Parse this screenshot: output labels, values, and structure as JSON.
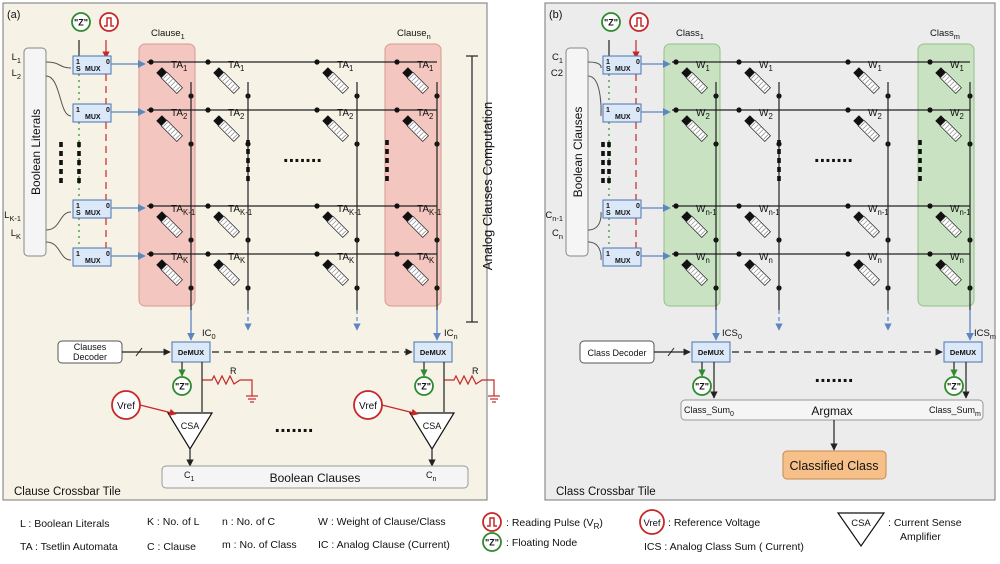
{
  "panel_a": {
    "tag": "(a)",
    "tile_label": "Clause Crossbar  Tile",
    "column_labels": {
      "first": "Clause",
      "first_sub": "1",
      "last": "Clause",
      "last_sub": "n"
    },
    "side_box": "Boolean  Literals",
    "inputs": [
      {
        "main": "L",
        "sub": "1"
      },
      {
        "main": "L",
        "sub": "2"
      },
      {
        "main": "L",
        "sub": "K-1"
      },
      {
        "main": "L",
        "sub": "K"
      }
    ],
    "cell_prefix": "TA",
    "cell_subs": [
      "1",
      "2",
      "K-1",
      "K"
    ],
    "vertical_text": "Analog Clauses Computation",
    "decoder": "Clauses\nDecoder",
    "demux_label": "DeMUX",
    "demux_outputs": [
      {
        "main": "IC",
        "sub": "0"
      },
      {
        "main": "IC",
        "sub": "n"
      }
    ],
    "resistor": "R",
    "vref": "Vref",
    "csa": "CSA",
    "output_box": "Boolean  Clauses",
    "output_left": {
      "main": "C",
      "sub": "1"
    },
    "output_right": {
      "main": "C",
      "sub": "n"
    }
  },
  "panel_b": {
    "tag": "(b)",
    "tile_label": "Class Crossbar  Tile",
    "column_labels": {
      "first": "Class",
      "first_sub": "1",
      "last": "Class",
      "last_sub": "m"
    },
    "side_box": "Boolean  Clauses",
    "inputs": [
      {
        "main": "C",
        "sub": "1"
      },
      {
        "main": "C2",
        "sub": ""
      },
      {
        "main": "C",
        "sub": "n-1"
      },
      {
        "main": "C",
        "sub": "n"
      }
    ],
    "cell_prefix": "W",
    "cell_subs": [
      "1",
      "2",
      "n-1",
      "n"
    ],
    "decoder": "Class Decoder",
    "demux_label": "DeMUX",
    "demux_outputs": [
      {
        "main": "ICS",
        "sub": "0"
      },
      {
        "main": "ICS",
        "sub": "m"
      }
    ],
    "argmax": "Argmax",
    "class_sum_left": {
      "main": "Class_Sum",
      "sub": "0"
    },
    "class_sum_right": {
      "main": "Class_Sum",
      "sub": "m"
    },
    "classified": "Classified Class"
  },
  "common": {
    "z_symbol": "\"Z\"",
    "mux_s": "S",
    "mux_label": "MUX",
    "mux_one": "1",
    "mux_zero": "0",
    "ellipsis": "......."
  },
  "legend": {
    "items": [
      "L : Boolean Literals",
      "TA : Tsetlin Automata",
      "K : No. of L",
      "C : Clause",
      "n : No. of C",
      "m : No. of Class",
      "W :  Weight of Clause/Class",
      "IC : Analog Clause (Current)",
      ": Reading Pulse (V",
      ": Floating Node",
      ": Reference Voltage",
      "ICS :  Analog Class Sum ( Current)",
      ": Current Sense",
      "Amplifier"
    ],
    "reading_pulse_sub": "R",
    "reading_pulse_close": ")",
    "vref": "Vref",
    "z": "\"Z\"",
    "csa": "CSA"
  },
  "colors": {
    "panel_a_bg": "#f6f2e6",
    "panel_b_bg": "#ececec",
    "clause_highlight": "#f4c6c0",
    "class_highlight": "#c9e3c2",
    "mux_fill": "#dbe8f8",
    "classified_fill": "#f7c089",
    "red": "#c62828",
    "green": "#2e8b2e",
    "blue": "#5b86c4"
  }
}
